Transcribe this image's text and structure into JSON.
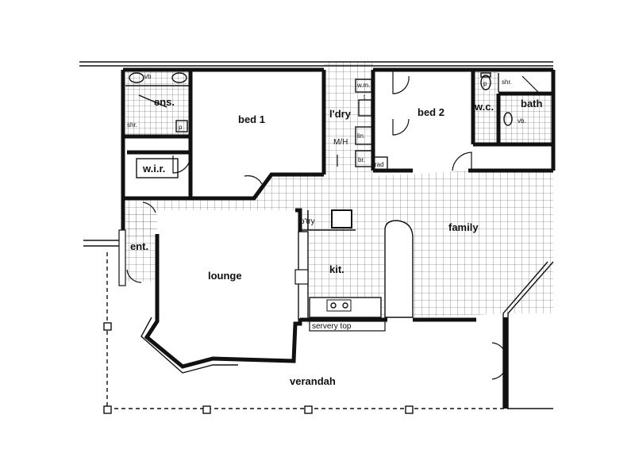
{
  "rooms": {
    "ens": "ens.",
    "bed1": "bed 1",
    "ldry": "l'dry",
    "bed2": "bed 2",
    "wc": "w.c.",
    "bath": "bath",
    "wir": "w.i.r.",
    "ent": "ent.",
    "lounge": "lounge",
    "kit": "kit.",
    "family": "family",
    "verandah": "verandah",
    "ptry": "p'try",
    "servery": "servery top"
  },
  "fixtures": {
    "vb_ens": "vb",
    "vb_bath": "vb.",
    "shr_ens": "shr.",
    "shr_bath": "shr.",
    "p": "p",
    "wm": "w.m.",
    "mh": "M/H",
    "lin": "lin.",
    "br": "br.",
    "rad": "rad",
    "t": "t"
  }
}
